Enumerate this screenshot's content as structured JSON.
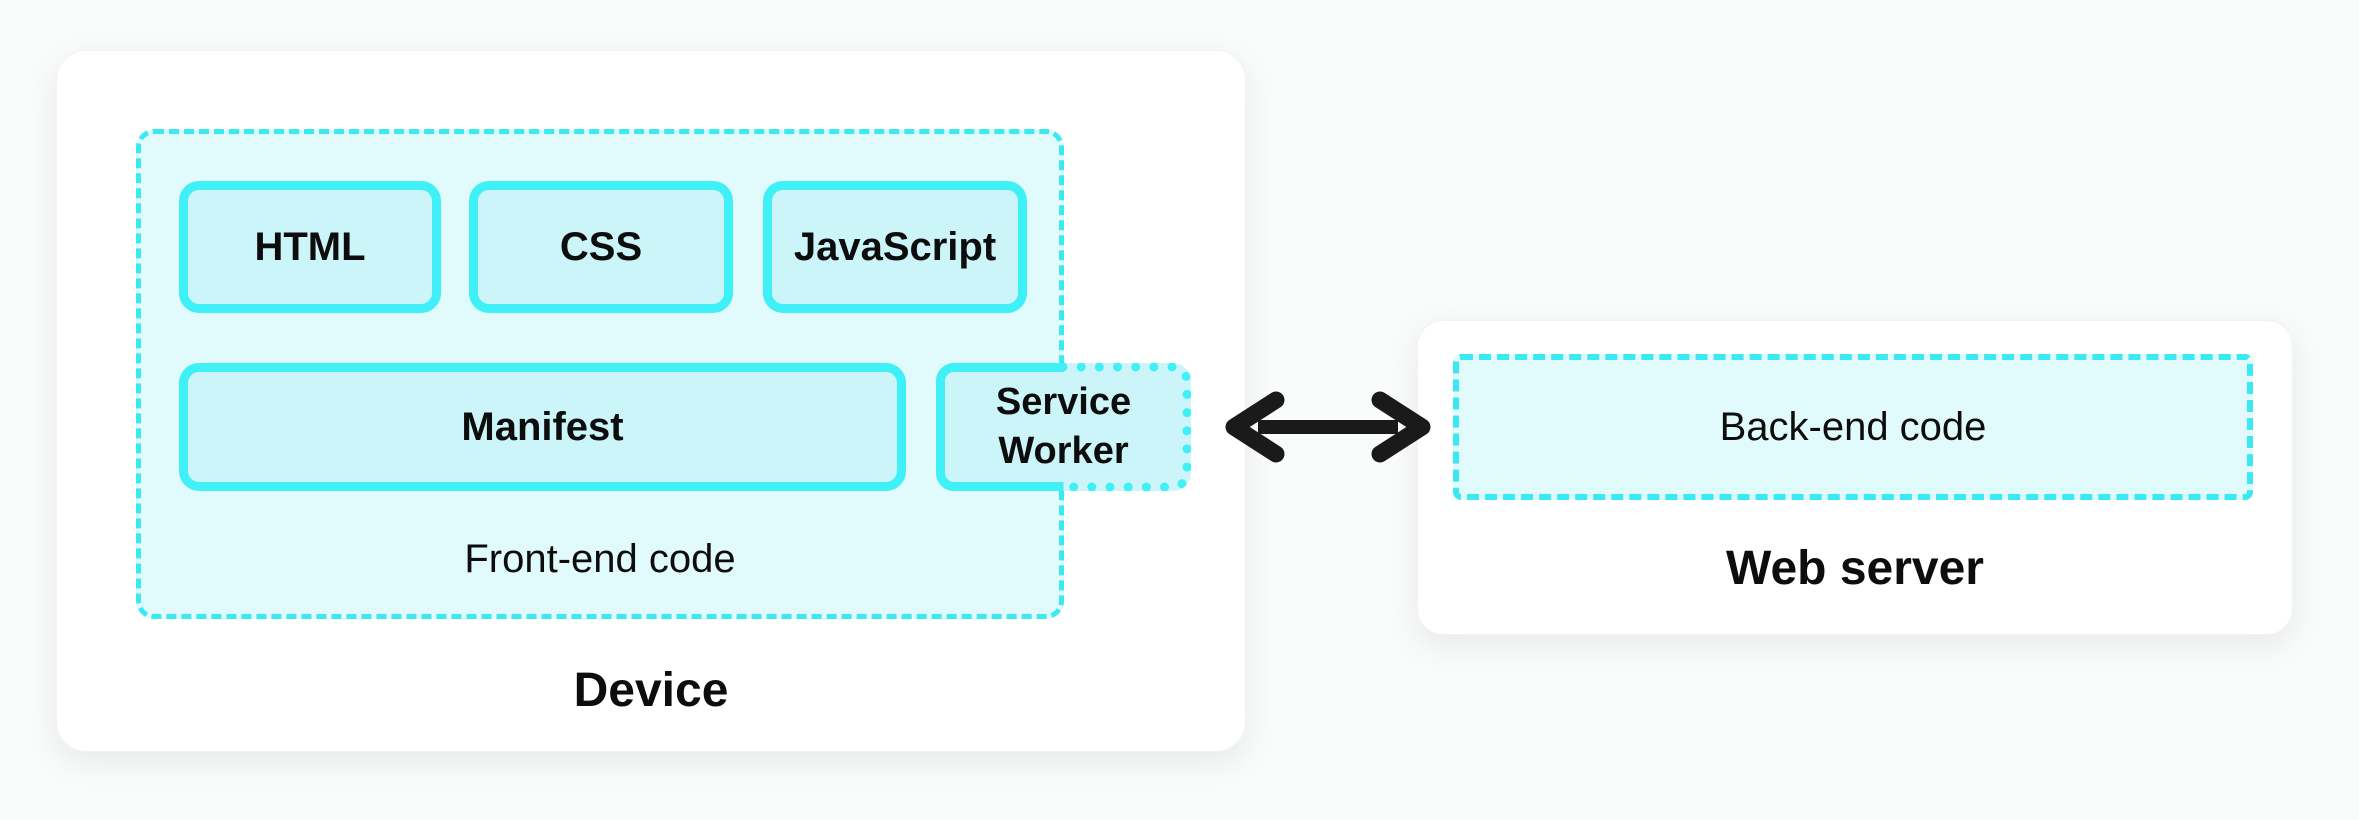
{
  "diagram": {
    "type": "architecture-diagram",
    "colors": {
      "cyan_border": "#3ff0f7",
      "cyan_dash": "#3be9f2",
      "container_fill": "#e1fafc",
      "box_fill": "#ccf5f9",
      "arrow": "#1a1a1a",
      "card_bg": "#ffffff",
      "page_bg": "#fafbfb",
      "text": "#0d0d0d"
    }
  },
  "device": {
    "title": "Device",
    "frontend": {
      "label": "Front-end code",
      "boxes": [
        "HTML",
        "CSS",
        "JavaScript"
      ],
      "manifest": "Manifest",
      "service_worker": "Service Worker"
    }
  },
  "connector": {
    "type": "bidirectional-arrow"
  },
  "server": {
    "title": "Web server",
    "backend": "Back-end code"
  }
}
